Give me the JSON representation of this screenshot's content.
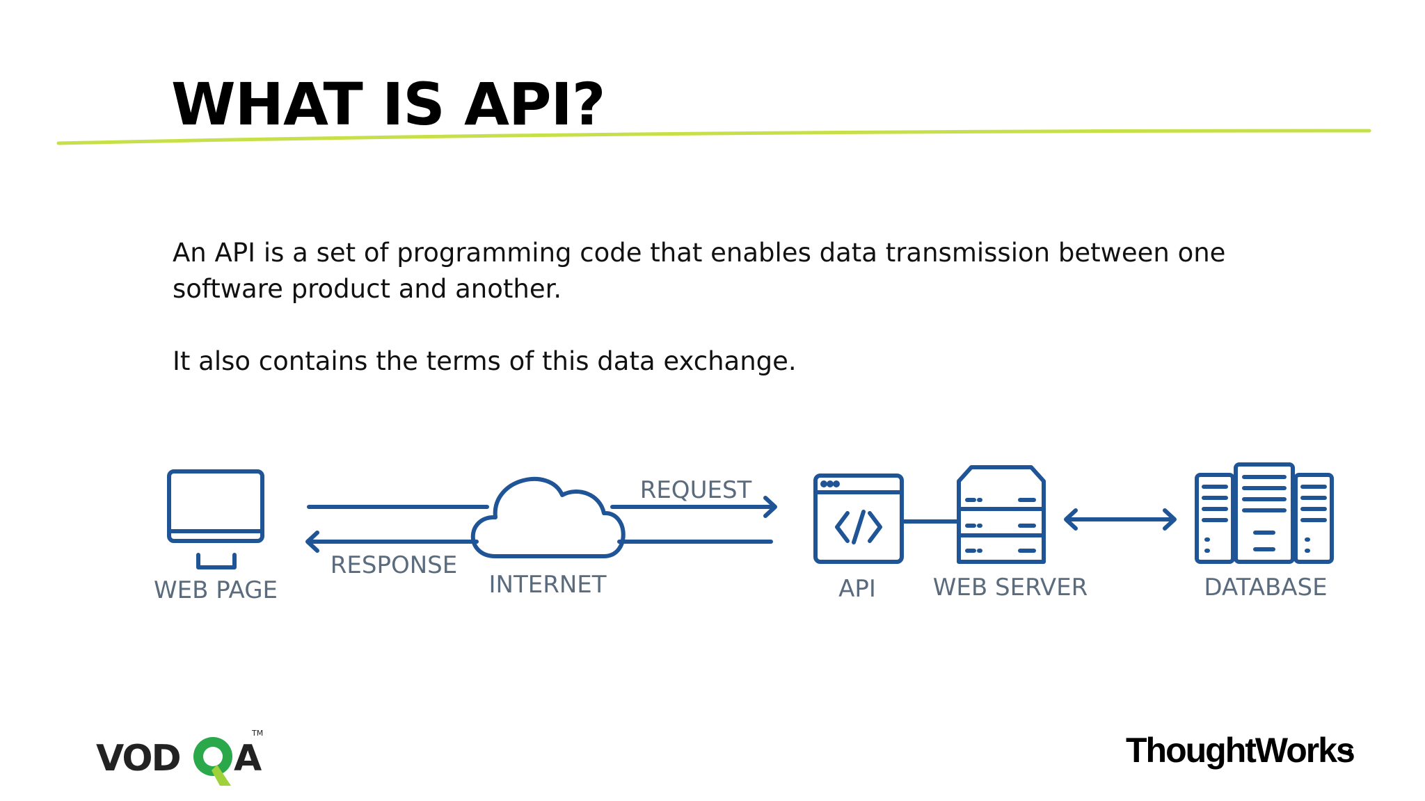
{
  "slide": {
    "title": "WHAT IS API?",
    "paragraphs": [
      "An API is a set of programming code that enables data transmission between one software product and another.",
      "It also contains the terms of this data exchange."
    ]
  },
  "diagram": {
    "labels": {
      "web_page": "WEB PAGE",
      "response": "RESPONSE",
      "internet": "INTERNET",
      "request": "REQUEST",
      "api": "API",
      "web_server": "WEB SERVER",
      "database": "DATABASE"
    }
  },
  "logos": {
    "vodqa": "VODQA",
    "vodqa_tm": "TM",
    "thoughtworks": "ThoughtWorks"
  },
  "colors": {
    "accent_line": "#c6e04a",
    "diagram_blue": "#1f5596",
    "label_gray": "#5a6b7d",
    "vodqa_green": "#2aa84a"
  }
}
